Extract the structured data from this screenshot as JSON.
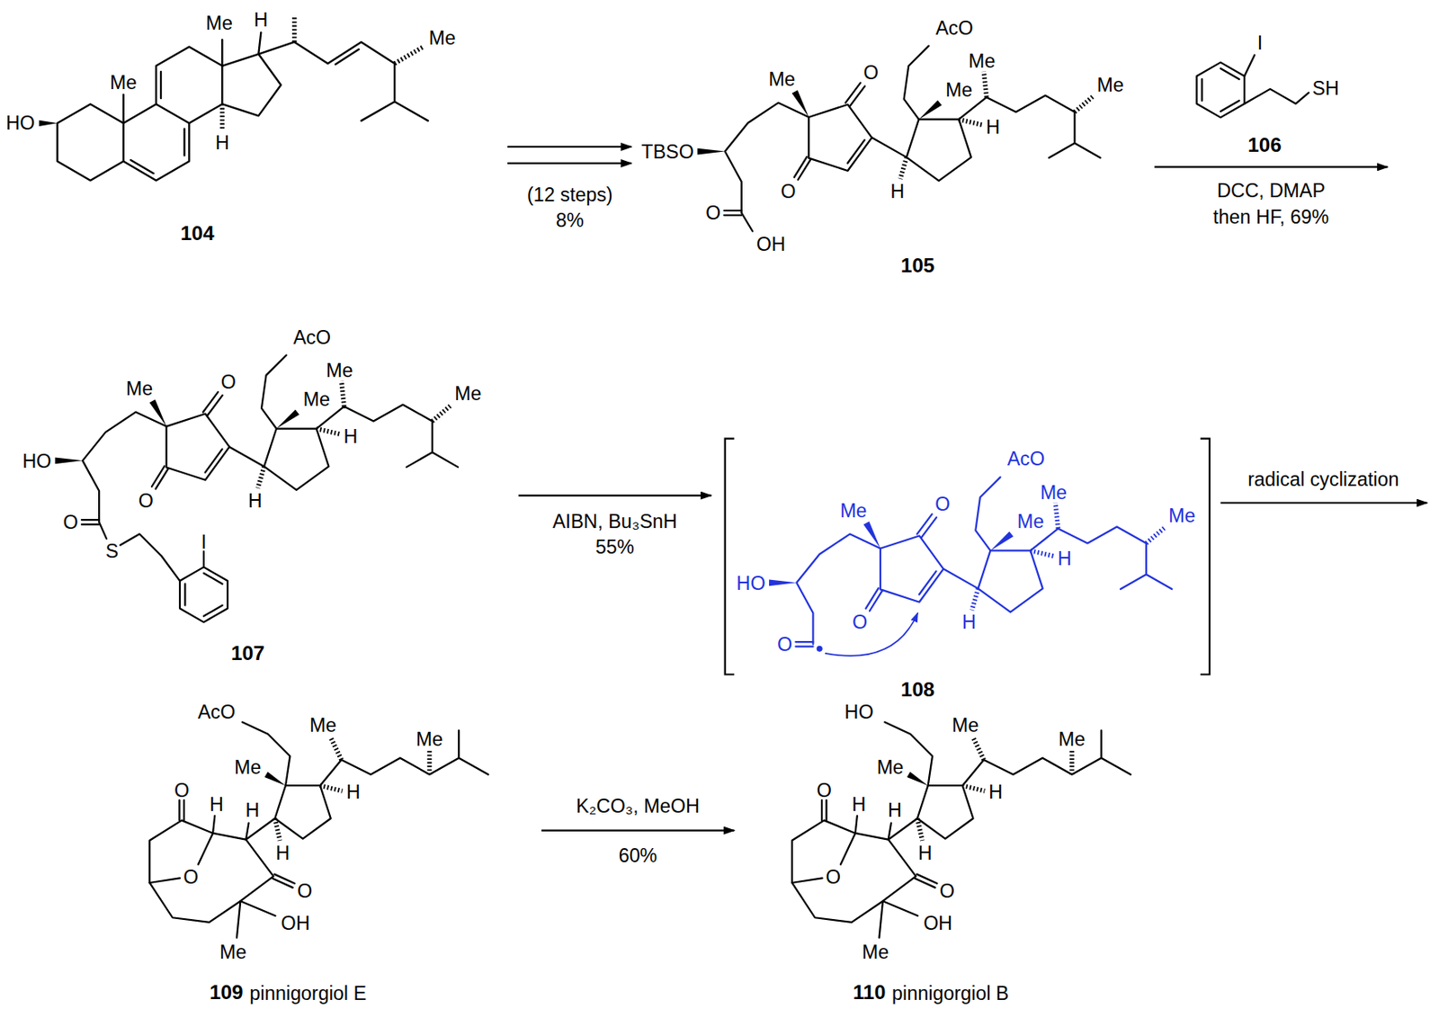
{
  "diagram": {
    "labels": [
      "HO",
      "Me",
      "Me",
      "H",
      "Me",
      "H",
      "104",
      "(12 steps)",
      "8%",
      "AcO",
      "Me",
      "O",
      "Me",
      "Me",
      "H",
      "Me",
      "TBSO",
      "O",
      "H",
      "O",
      "OH",
      "105",
      "I",
      "SH",
      "106",
      "DCC, DMAP",
      "then HF, 69%",
      "AcO",
      "Me",
      "O",
      "Me",
      "Me",
      "H",
      "Me",
      "HO",
      "O",
      "H",
      "O",
      "S",
      "I",
      "107",
      "AIBN, Bu₃SnH",
      "55%",
      "AcO",
      "Me",
      "O",
      "Me",
      "Me",
      "H",
      "Me",
      "HO",
      "O",
      "H",
      "O",
      "108",
      "radical cyclization",
      "AcO",
      "Me",
      "Me",
      "Me",
      "H",
      "O",
      "H",
      "H",
      "H",
      "O",
      "O",
      "OH",
      "Me",
      "109",
      "pinnigorgiol E",
      "K₂CO₃, MeOH",
      "60%",
      "HO",
      "Me",
      "Me",
      "Me",
      "H",
      "O",
      "H",
      "H",
      "H",
      "O",
      "O",
      "OH",
      "Me",
      "110",
      "pinnigorgiol B"
    ]
  }
}
